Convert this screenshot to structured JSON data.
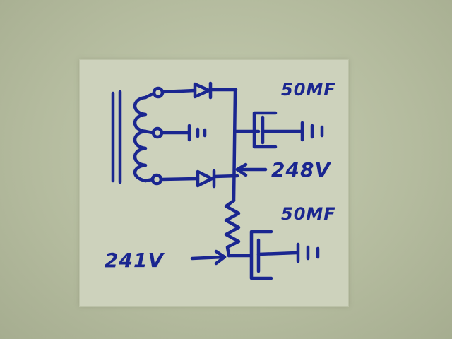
{
  "labels": {
    "cap_top": "50MF",
    "cap_bottom": "50MF",
    "voltage_top": "248V",
    "voltage_bottom": "241V"
  },
  "colors": {
    "ink": "#1a2690",
    "paper": "#cdd2bc",
    "background": "#b4bb9e"
  }
}
